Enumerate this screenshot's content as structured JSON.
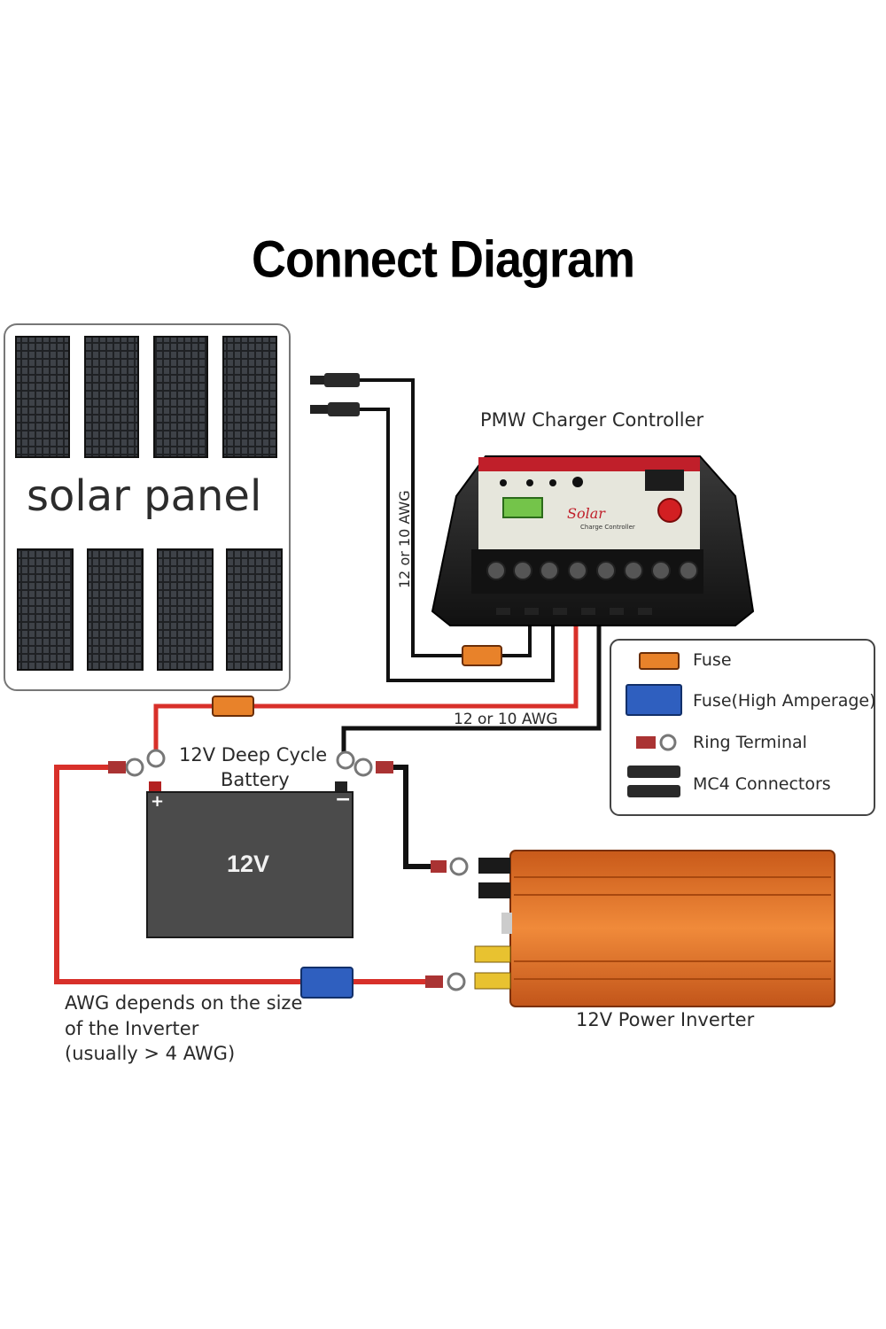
{
  "title": "Connect Diagram",
  "solar_panel": {
    "label": "solar panel"
  },
  "controller": {
    "label": "PMW Charger Controller",
    "brand_text": "Solar",
    "brand_subtext": "Charge Controller"
  },
  "wires": {
    "panel_to_controller": "12 or 10 AWG",
    "controller_to_battery": "12 or 10 AWG"
  },
  "battery": {
    "label_line1": "12V Deep Cycle",
    "label_line2": "Battery",
    "voltage": "12V",
    "positive": "+",
    "negative": "−"
  },
  "inverter": {
    "label": "12V Power Inverter"
  },
  "note": {
    "line1": "AWG depends on the size",
    "line2": "of the Inverter",
    "line3": "(usually  > 4 AWG)"
  },
  "legend": {
    "fuse": "Fuse",
    "fuse_high": "Fuse(High Amperage)",
    "ring_terminal": "Ring Terminal",
    "mc4": "MC4 Connectors"
  },
  "colors": {
    "positive_wire": "#d8302a",
    "negative_wire": "#111111",
    "fuse": "#e8822a",
    "fuse_high": "#2f5fbf",
    "inverter": "#e27424",
    "controller_accent": "#c01f2a"
  },
  "icons": [
    "solar-cell-icon",
    "mc4-connector-icon",
    "fuse-icon",
    "high-amperage-fuse-icon",
    "ring-terminal-icon"
  ]
}
